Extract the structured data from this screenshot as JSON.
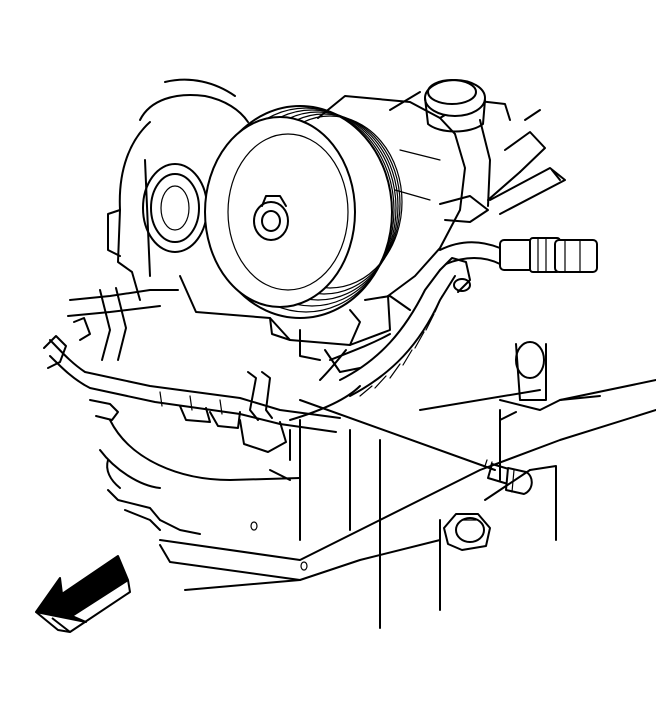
{
  "diagram": {
    "background_color": "#ffffff",
    "line_color": "#000000",
    "arrow_fill_color": "#000000",
    "parts": [
      "generator-drive-pulley",
      "power-steering-reservoir",
      "engine-wiring-harness",
      "harness-bracket",
      "bolt",
      "nut",
      "hose-connector",
      "frame-rail",
      "front-direction-arrow"
    ]
  }
}
